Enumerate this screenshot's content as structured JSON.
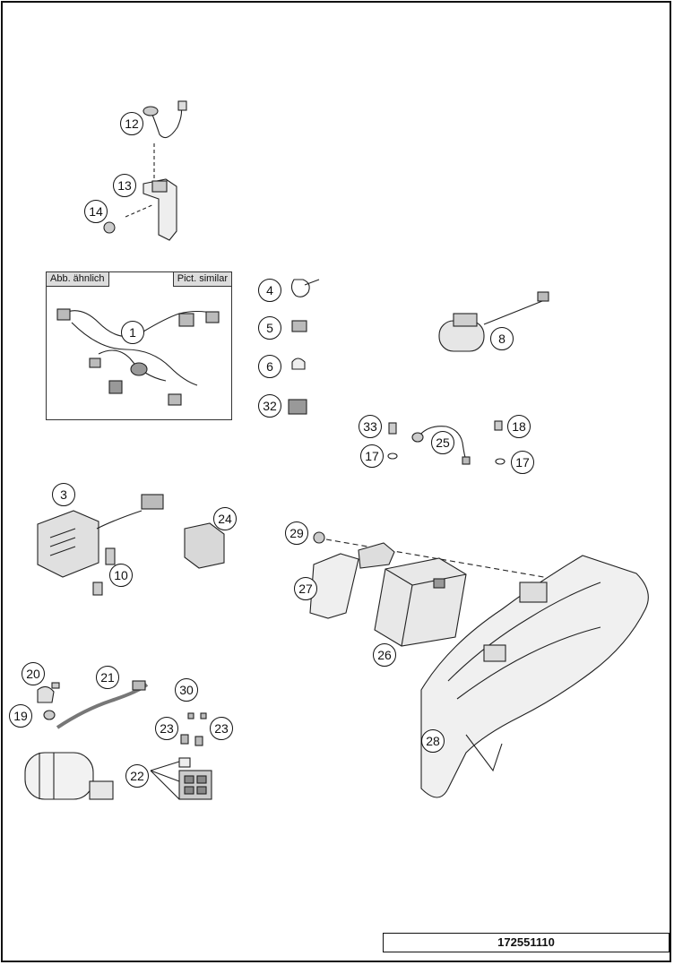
{
  "labels": {
    "abb_aehnlich": "Abb. ähnlich",
    "pict_similar": "Pict. similar"
  },
  "figure_number": "172551110",
  "callouts": {
    "c1": "1",
    "c3": "3",
    "c4": "4",
    "c5": "5",
    "c6": "6",
    "c8": "8",
    "c10": "10",
    "c12": "12",
    "c13": "13",
    "c14": "14",
    "c17a": "17",
    "c17b": "17",
    "c18": "18",
    "c19": "19",
    "c20": "20",
    "c21": "21",
    "c22": "22",
    "c23a": "23",
    "c23b": "23",
    "c24": "24",
    "c25": "25",
    "c26": "26",
    "c27": "27",
    "c28": "28",
    "c29": "29",
    "c30": "30",
    "c32": "32",
    "c33": "33"
  }
}
